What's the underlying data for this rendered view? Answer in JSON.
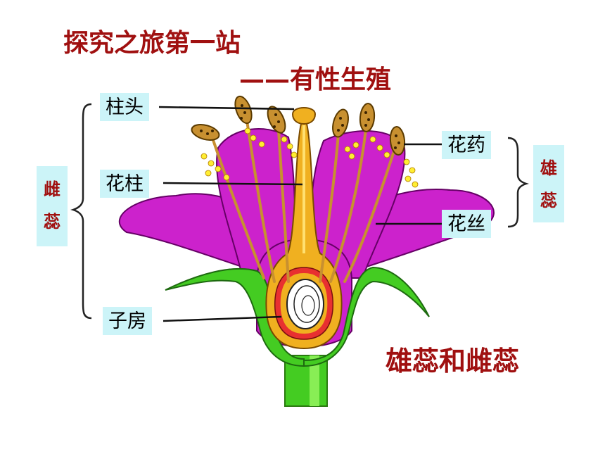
{
  "title": "探究之旅第一站",
  "subtitle": "——有性生殖",
  "caption": "雄蕊和雌蕊",
  "labels": {
    "stigma": "柱头",
    "style": "花柱",
    "ovary": "子房",
    "anther": "花药",
    "filament": "花丝"
  },
  "groups": {
    "pistil": [
      "雌",
      "蕊"
    ],
    "stamen": [
      "雄",
      "蕊"
    ]
  },
  "colors": {
    "title": "#a01010",
    "label_bg": "#ccf4f8",
    "petal": "#cc22cc",
    "pistil": "#f0b020",
    "sepal": "#44cc22",
    "stem": "#44cc22",
    "anther": "#c89030"
  }
}
